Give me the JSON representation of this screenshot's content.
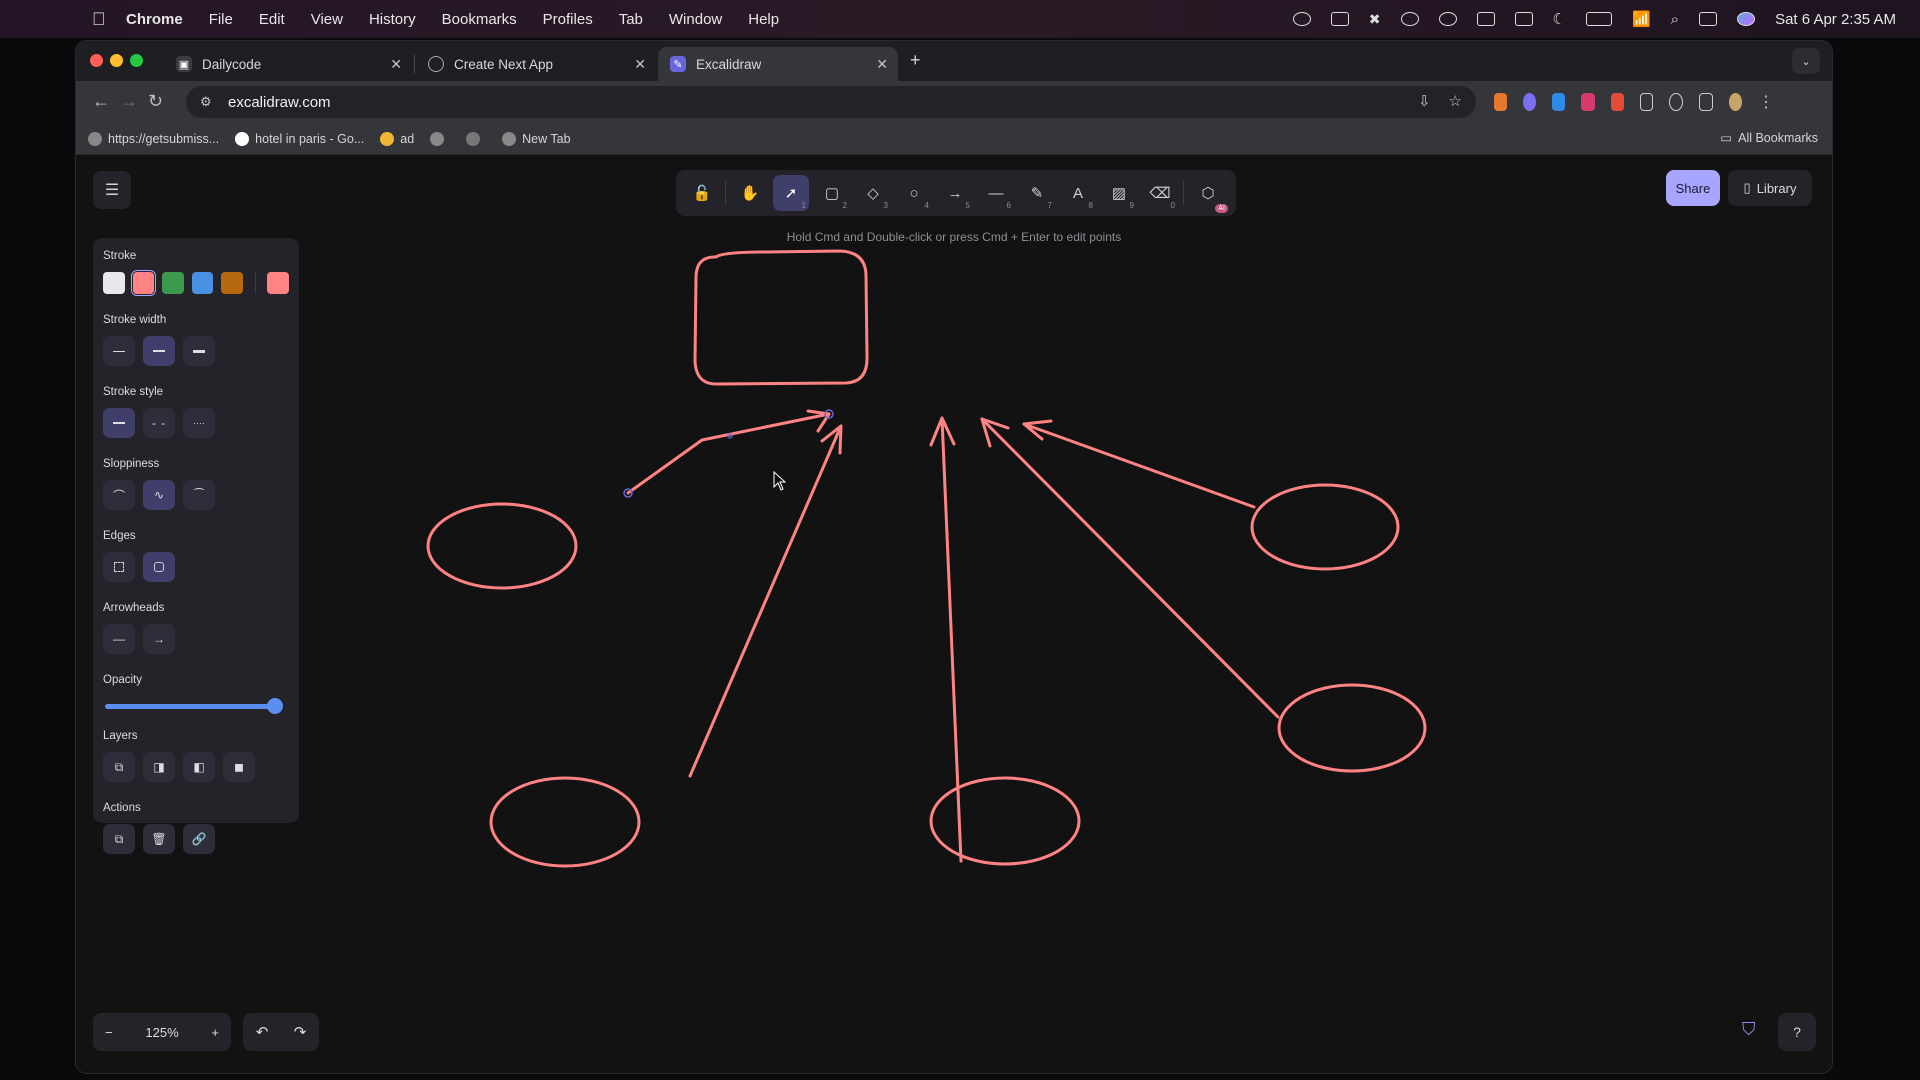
{
  "menubar": {
    "app": "Chrome",
    "items": [
      "File",
      "Edit",
      "View",
      "History",
      "Bookmarks",
      "Profiles",
      "Tab",
      "Window",
      "Help"
    ],
    "clock": "Sat 6 Apr  2:35 AM"
  },
  "tabs": [
    {
      "title": "Dailycode",
      "active": false
    },
    {
      "title": "Create Next App",
      "active": false
    },
    {
      "title": "Excalidraw",
      "active": true
    }
  ],
  "toolbar": {
    "url": "excalidraw.com",
    "new_tab": "+"
  },
  "bookmarks": {
    "items": [
      "https://getsubmiss...",
      "hotel in paris - Go...",
      "ad",
      "New Tab"
    ],
    "all": "All Bookmarks"
  },
  "excalidraw": {
    "hint": "Hold Cmd and Double-click or press Cmd + Enter to edit points",
    "share": "Share",
    "library": "Library",
    "tools": [
      {
        "name": "lock-icon",
        "glyph": "🔓",
        "key": ""
      },
      {
        "name": "hand-icon",
        "glyph": "✋",
        "key": ""
      },
      {
        "name": "selection-icon",
        "glyph": "➚",
        "key": "1"
      },
      {
        "name": "rectangle-icon",
        "glyph": "▢",
        "key": "2"
      },
      {
        "name": "diamond-icon",
        "glyph": "◇",
        "key": "3"
      },
      {
        "name": "ellipse-icon",
        "glyph": "○",
        "key": "4"
      },
      {
        "name": "arrow-icon",
        "glyph": "→",
        "key": "5"
      },
      {
        "name": "line-icon",
        "glyph": "—",
        "key": "6"
      },
      {
        "name": "pencil-icon",
        "glyph": "✎",
        "key": "7"
      },
      {
        "name": "text-icon",
        "glyph": "A",
        "key": "8"
      },
      {
        "name": "image-icon",
        "glyph": "▨",
        "key": "9"
      },
      {
        "name": "eraser-icon",
        "glyph": "⌫",
        "key": "0"
      }
    ],
    "ai_badge": "AI",
    "props": {
      "stroke": "Stroke",
      "stroke_colors": [
        "#e8e8ea",
        "#ff8383",
        "#3a994c",
        "#4a90e2",
        "#b5680f"
      ],
      "current_color": "#ff8383",
      "stroke_width": "Stroke width",
      "stroke_style": "Stroke style",
      "sloppiness": "Sloppiness",
      "edges": "Edges",
      "arrowheads": "Arrowheads",
      "opacity": "Opacity",
      "opacity_value": 100,
      "layers": "Layers",
      "actions": "Actions"
    },
    "zoom": {
      "minus": "−",
      "value": "125%",
      "plus": "+"
    },
    "undo": "↶",
    "redo": "↷",
    "help": "?"
  }
}
